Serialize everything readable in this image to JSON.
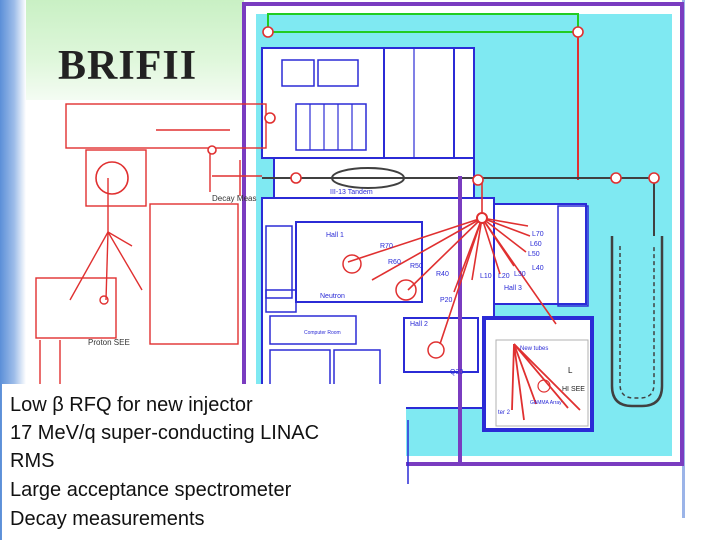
{
  "title": "BRIFII",
  "labels": {
    "decay_meas": "Decay Meas",
    "proton_see": "Proton SEE",
    "tandem": "III-13 Tandem",
    "hall1": "Hall 1",
    "r70": "R70",
    "r60": "R60",
    "r50": "R50",
    "r40": "R40",
    "l70": "L70",
    "l60": "L60",
    "l50": "L50",
    "l40": "L40",
    "l10": "L10",
    "l20": "L20",
    "l30": "L30",
    "hall3": "Hall 3",
    "neutron": "Neutron",
    "p20": "P20",
    "hall2": "Hall 2",
    "computer_room": "Computer Room",
    "q30": "Q30",
    "new_tubes": "New tubes",
    "l_mark": "L",
    "hi_see": "HI SEE",
    "gamma_array": "GAMMA Array",
    "ter2": "ter 2"
  },
  "caption": {
    "line1": "Low β RFQ for new injector",
    "line2": "17 MeV/q super-conducting LINAC",
    "line3": "RMS",
    "line4": "Large acceptance spectrometer",
    "line5": "Decay measurements"
  },
  "colors": {
    "plan_blue": "#2b2bd6",
    "cyan_fill": "#7fe9f2",
    "red_beamline": "#e03030",
    "green_line": "#22cc22",
    "dark_beamline": "#404040",
    "purple_border": "#7a3cc0"
  }
}
